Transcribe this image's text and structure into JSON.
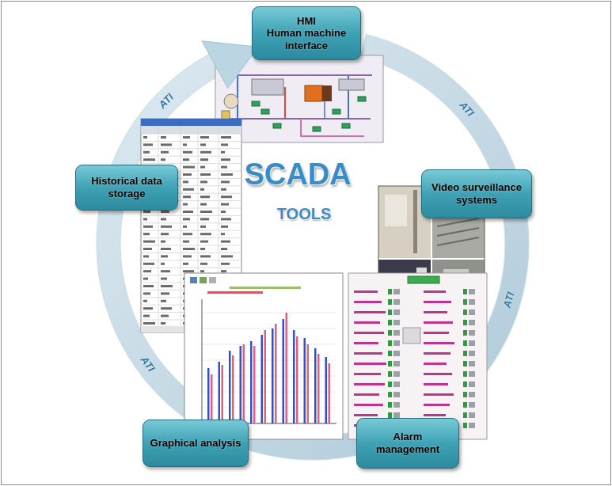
{
  "diagram": {
    "nodes": [
      {
        "text": [
          "HMI",
          "Human machine interface"
        ]
      },
      {
        "text": [
          "Historical data storage"
        ]
      },
      {
        "text": [
          "Video surveillance systems"
        ]
      },
      {
        "text": [
          "Graphical analysis"
        ]
      },
      {
        "text": [
          "Alarm management"
        ]
      }
    ],
    "labels": [
      "SCADA",
      "TOOLS",
      "ATI",
      "ATI",
      "ATI",
      "ATI"
    ]
  }
}
